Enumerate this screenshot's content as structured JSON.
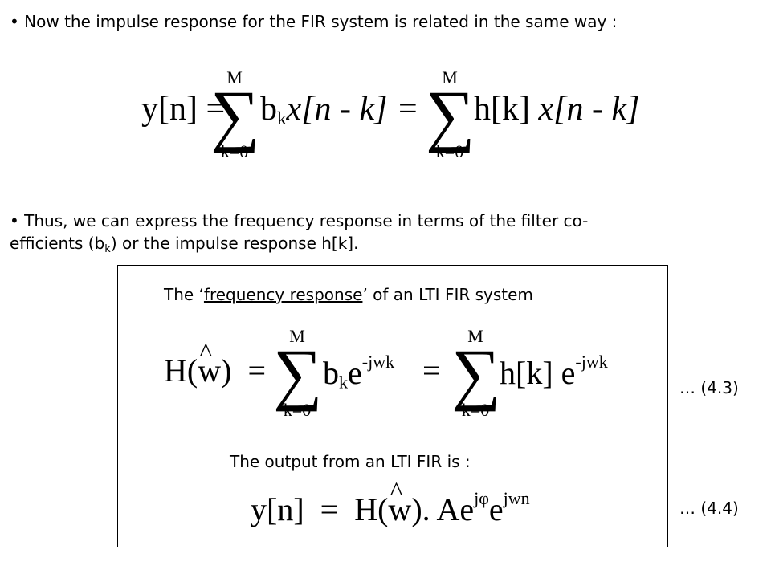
{
  "bullets": [
    {
      "symbol": "•",
      "text": "Now the impulse response for the FIR system is related in the same way :"
    },
    {
      "symbol": "•",
      "line1": "Thus, we can express the frequency response in terms of the filter co-",
      "line2a": "efficients (b",
      "line2sub": "k",
      "line2b": ") or the impulse response h[k]."
    }
  ],
  "eq1": {
    "lhs": "y[n]",
    "eq": "=",
    "sum_upper": "M",
    "sum_lower": "k=0",
    "b": "b",
    "bsub": "k",
    "x": "x",
    "arg": "[n - k]",
    "h": "h[k]",
    "sigma": "∑"
  },
  "box": {
    "title_pre": "The ‘",
    "title_u": "frequency response",
    "title_post": "’ of an LTI FIR system",
    "eq2": {
      "H": "H(",
      "w": "w",
      "close": ")",
      "eq": "=",
      "b": "b",
      "bsub": "k",
      "e": "e",
      "exp": "-jwk",
      "h": "h[k]"
    },
    "output_label": "The output from an LTI FIR is :",
    "eq3": {
      "lhs": "y[n]",
      "eq": "=",
      "H": "H(",
      "w": "w",
      "close": ").",
      "A": "Ae",
      "exp1": "jφ",
      "e": "e",
      "exp2": "jwn"
    }
  },
  "labels": {
    "eq43": "… (4.3)",
    "eq44": "… (4.4)"
  }
}
